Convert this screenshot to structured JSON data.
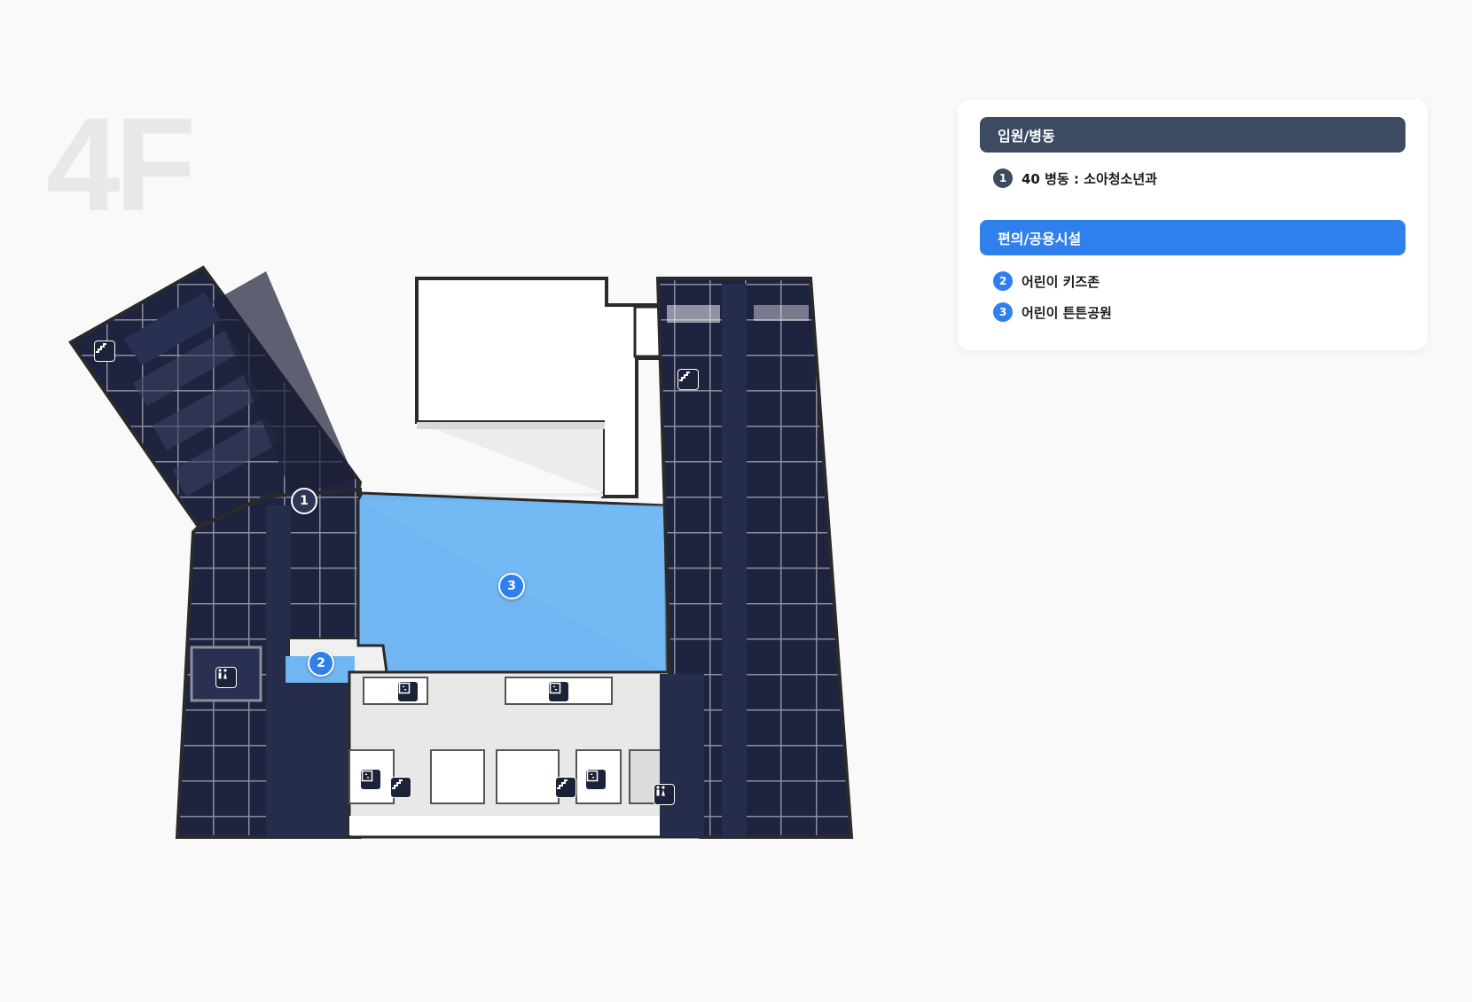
{
  "floor": {
    "label": "4F"
  },
  "colors": {
    "room_dark": "#1e2440",
    "wall_gray": "#9a9a9a",
    "highlight_blue": "#6fb6f2",
    "marker_dark": "#2d3652",
    "marker_blue": "#2f80ed",
    "header_dark": "#3c4a62",
    "header_blue": "#2f80ed"
  },
  "map": {
    "markers": [
      {
        "number": "1",
        "style": "dark"
      },
      {
        "number": "2",
        "style": "blue"
      },
      {
        "number": "3",
        "style": "blue"
      }
    ],
    "facility_icons": [
      "stairs-icon",
      "stairs-icon",
      "restroom-icon",
      "elevator-icon",
      "elevator-icon",
      "elevator-icon",
      "stairs-icon",
      "stairs-icon",
      "elevator-icon",
      "restroom-icon"
    ]
  },
  "legend": {
    "categories": [
      {
        "title": "입원/병동",
        "style": "dark",
        "items": [
          {
            "number": "1",
            "label": "40 병동 : 소아청소년과"
          }
        ]
      },
      {
        "title": "편의/공용시설",
        "style": "blue",
        "items": [
          {
            "number": "2",
            "label": "어린이 키즈존"
          },
          {
            "number": "3",
            "label": "어린이 튼튼공원"
          }
        ]
      }
    ]
  }
}
